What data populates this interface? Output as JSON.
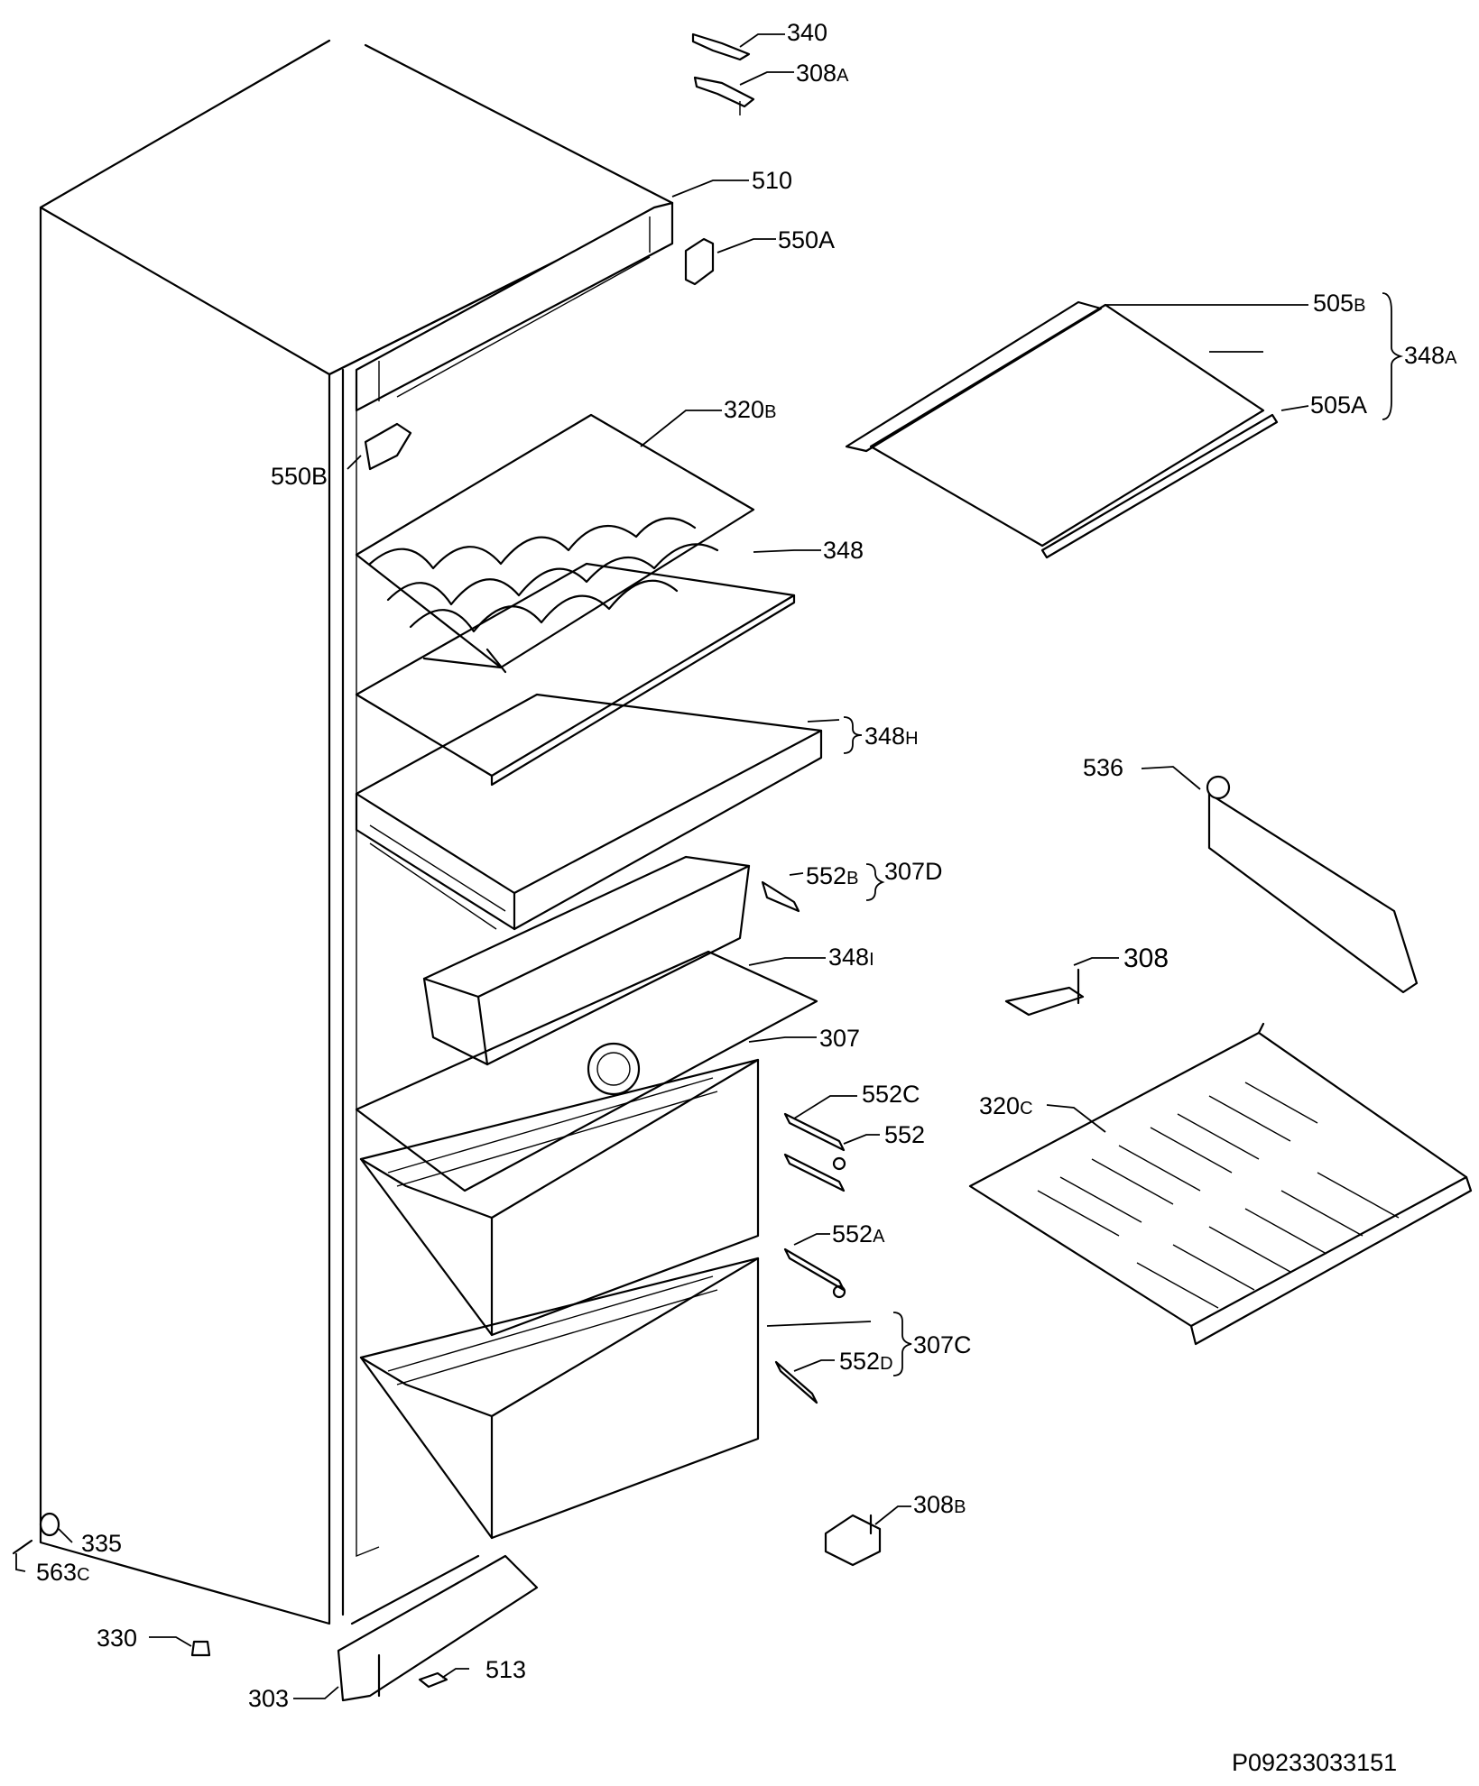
{
  "diagram": {
    "drawing_code": "P09233033151",
    "callouts": {
      "p340": {
        "num": "340",
        "suffix": ""
      },
      "p308A": {
        "num": "308",
        "suffix": "A"
      },
      "p510": {
        "num": "510",
        "suffix": ""
      },
      "p550A": {
        "num": "550A",
        "suffix": ""
      },
      "p505B": {
        "num": "505",
        "suffix": "B"
      },
      "p348A": {
        "num": "348",
        "suffix": "A"
      },
      "p505A": {
        "num": "505A",
        "suffix": ""
      },
      "p320B": {
        "num": "320",
        "suffix": "B"
      },
      "p550B": {
        "num": "550B",
        "suffix": ""
      },
      "p348": {
        "num": "348",
        "suffix": ""
      },
      "p348H": {
        "num": "348",
        "suffix": "H"
      },
      "p536": {
        "num": "536",
        "suffix": ""
      },
      "p552B": {
        "num": "552",
        "suffix": "B"
      },
      "p307D": {
        "num": "307D",
        "suffix": ""
      },
      "p348I": {
        "num": "348",
        "suffix": "I"
      },
      "p308": {
        "num": "308",
        "suffix": ""
      },
      "p307": {
        "num": "307",
        "suffix": ""
      },
      "p552C": {
        "num": "552C",
        "suffix": ""
      },
      "p320C": {
        "num": "320",
        "suffix": "C"
      },
      "p552": {
        "num": "552",
        "suffix": ""
      },
      "p552A": {
        "num": "552",
        "suffix": "A"
      },
      "p307C": {
        "num": "307C",
        "suffix": ""
      },
      "p552D": {
        "num": "552",
        "suffix": "D"
      },
      "p308B": {
        "num": "308",
        "suffix": "B"
      },
      "p335": {
        "num": "335",
        "suffix": ""
      },
      "p563C": {
        "num": "563",
        "suffix": "C"
      },
      "p330": {
        "num": "330",
        "suffix": ""
      },
      "p303": {
        "num": "303",
        "suffix": ""
      },
      "p513": {
        "num": "513",
        "suffix": ""
      }
    }
  }
}
